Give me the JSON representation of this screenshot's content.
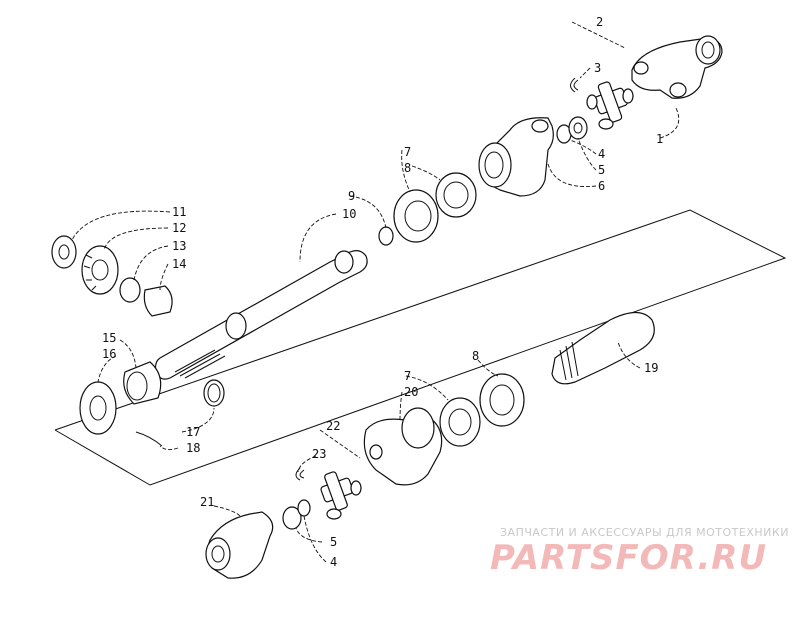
{
  "callouts": [
    "1",
    "2",
    "3",
    "4",
    "5",
    "6",
    "7",
    "8",
    "9",
    "10",
    "11",
    "12",
    "13",
    "14",
    "15",
    "16",
    "17",
    "18",
    "19",
    "7",
    "20",
    "8",
    "22",
    "23",
    "21",
    "5",
    "4"
  ],
  "watermark": {
    "tagline": "ЗАПЧАСТИ И АКСЕССУАРЫ ДЛЯ МОТОТЕХНИКИ",
    "logo": "PARTSFOR.RU",
    "color_logo": "#f3b9b9",
    "color_tagline": "#c8c8c8"
  }
}
